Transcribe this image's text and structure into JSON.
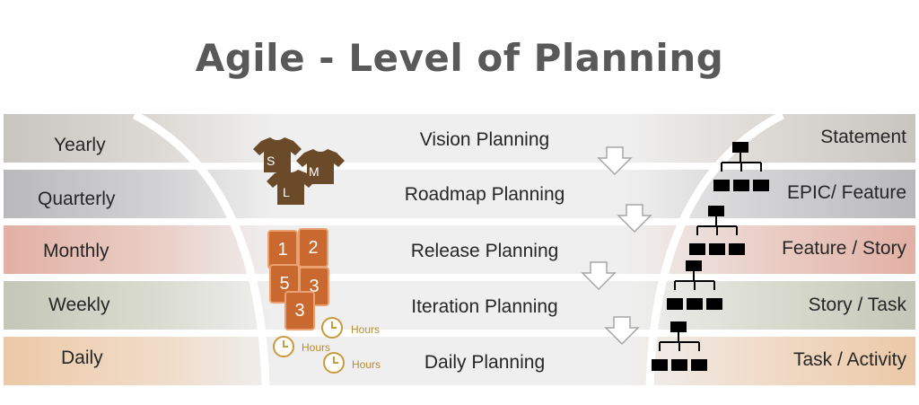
{
  "title": "Agile - Level of Planning",
  "rows": [
    {
      "period": "Yearly",
      "level": "Vision Planning",
      "item": "Statement"
    },
    {
      "period": "Quarterly",
      "level": "Roadmap Planning",
      "item": "EPIC/ Feature"
    },
    {
      "period": "Monthly",
      "level": "Release Planning",
      "item": "Feature / Story"
    },
    {
      "period": "Weekly",
      "level": "Iteration Planning",
      "item": "Story / Task"
    },
    {
      "period": "Daily",
      "level": "Daily Planning",
      "item": "Task / Activity"
    }
  ],
  "tshirt_sizes": [
    "S",
    "M",
    "L"
  ],
  "story_points": [
    "1",
    "2",
    "5",
    "3",
    "3"
  ],
  "hours_label": "Hours",
  "colors": {
    "title": "#595959",
    "band_mid": "#efefef",
    "yearly": "#c8c4c0",
    "quarterly": "#b9b9bb",
    "monthly": "#e2b0a4",
    "weekly": "#c4c7b7",
    "daily": "#ecc9a7",
    "tshirt": "#6b4a2a",
    "card": "#c9682f",
    "clock": "#c89a3c"
  },
  "icons": [
    "tshirt-icon",
    "arrow-down-icon",
    "hierarchy-icon",
    "clock-icon",
    "story-card-icon"
  ]
}
